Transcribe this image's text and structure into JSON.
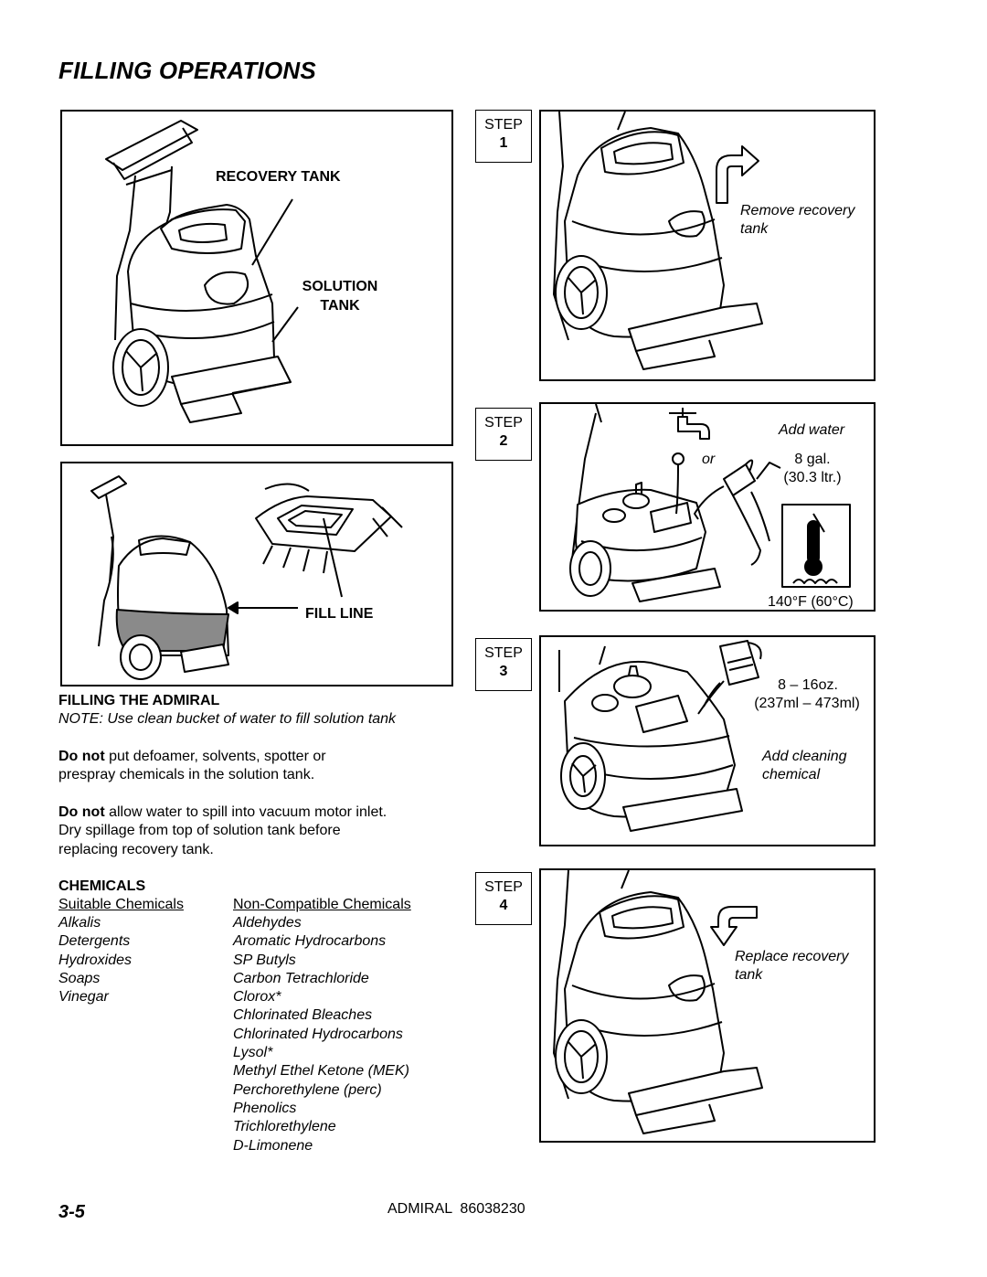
{
  "page": {
    "title": "FILLING OPERATIONS",
    "page_number": "3-5",
    "footer": "ADMIRAL  86038230"
  },
  "diagram_main": {
    "recovery_tank_label": "RECOVERY TANK",
    "solution_tank_label_1": "SOLUTION",
    "solution_tank_label_2": "TANK"
  },
  "diagram_fill": {
    "fill_line_label": "FILL LINE"
  },
  "instructions": {
    "heading": "FILLING THE ADMIRAL",
    "note": "NOTE: Use clean bucket of water to fill solution tank",
    "p1_bold": "Do not",
    "p1_rest": " put defoamer, solvents, spotter or",
    "p1_line2": "prespray chemicals in the solution tank.",
    "p2_bold": "Do not",
    "p2_rest": " allow water to spill into vacuum motor inlet.",
    "p2_line2": "Dry spillage from top of solution tank before",
    "p2_line3": "replacing recovery tank."
  },
  "chemicals": {
    "heading": "CHEMICALS",
    "suitable_header": "Suitable Chemicals",
    "noncompatible_header": "Non-Compatible Chemicals",
    "suitable": [
      "Alkalis",
      "Detergents",
      "Hydroxides",
      "Soaps",
      "Vinegar"
    ],
    "noncompatible": [
      "Aldehydes",
      "Aromatic Hydrocarbons",
      "SP Butyls",
      "Carbon Tetrachloride",
      "Clorox*",
      "Chlorinated Bleaches",
      "Chlorinated Hydrocarbons",
      "Lysol*",
      "Methyl Ethel Ketone  (MEK)",
      "Perchorethylene (perc)",
      "Phenolics",
      "Trichlorethylene",
      "D-Limonene"
    ]
  },
  "steps": [
    {
      "label": "STEP",
      "number": "1",
      "caption_1": "Remove recovery",
      "caption_2": "tank"
    },
    {
      "label": "STEP",
      "number": "2",
      "caption": "Add water",
      "or": "or",
      "amount_1": "8 gal.",
      "amount_2": "(30.3 ltr.)",
      "temperature": "140°F (60°C)"
    },
    {
      "label": "STEP",
      "number": "3",
      "amount_1": "8 – 16oz.",
      "amount_2": "(237ml – 473ml)",
      "caption_1": "Add cleaning",
      "caption_2": "chemical"
    },
    {
      "label": "STEP",
      "number": "4",
      "caption_1": "Replace recovery",
      "caption_2": "tank"
    }
  ],
  "colors": {
    "ink": "#000000",
    "paper": "#ffffff",
    "fill_shading": "#8a8a8a"
  }
}
